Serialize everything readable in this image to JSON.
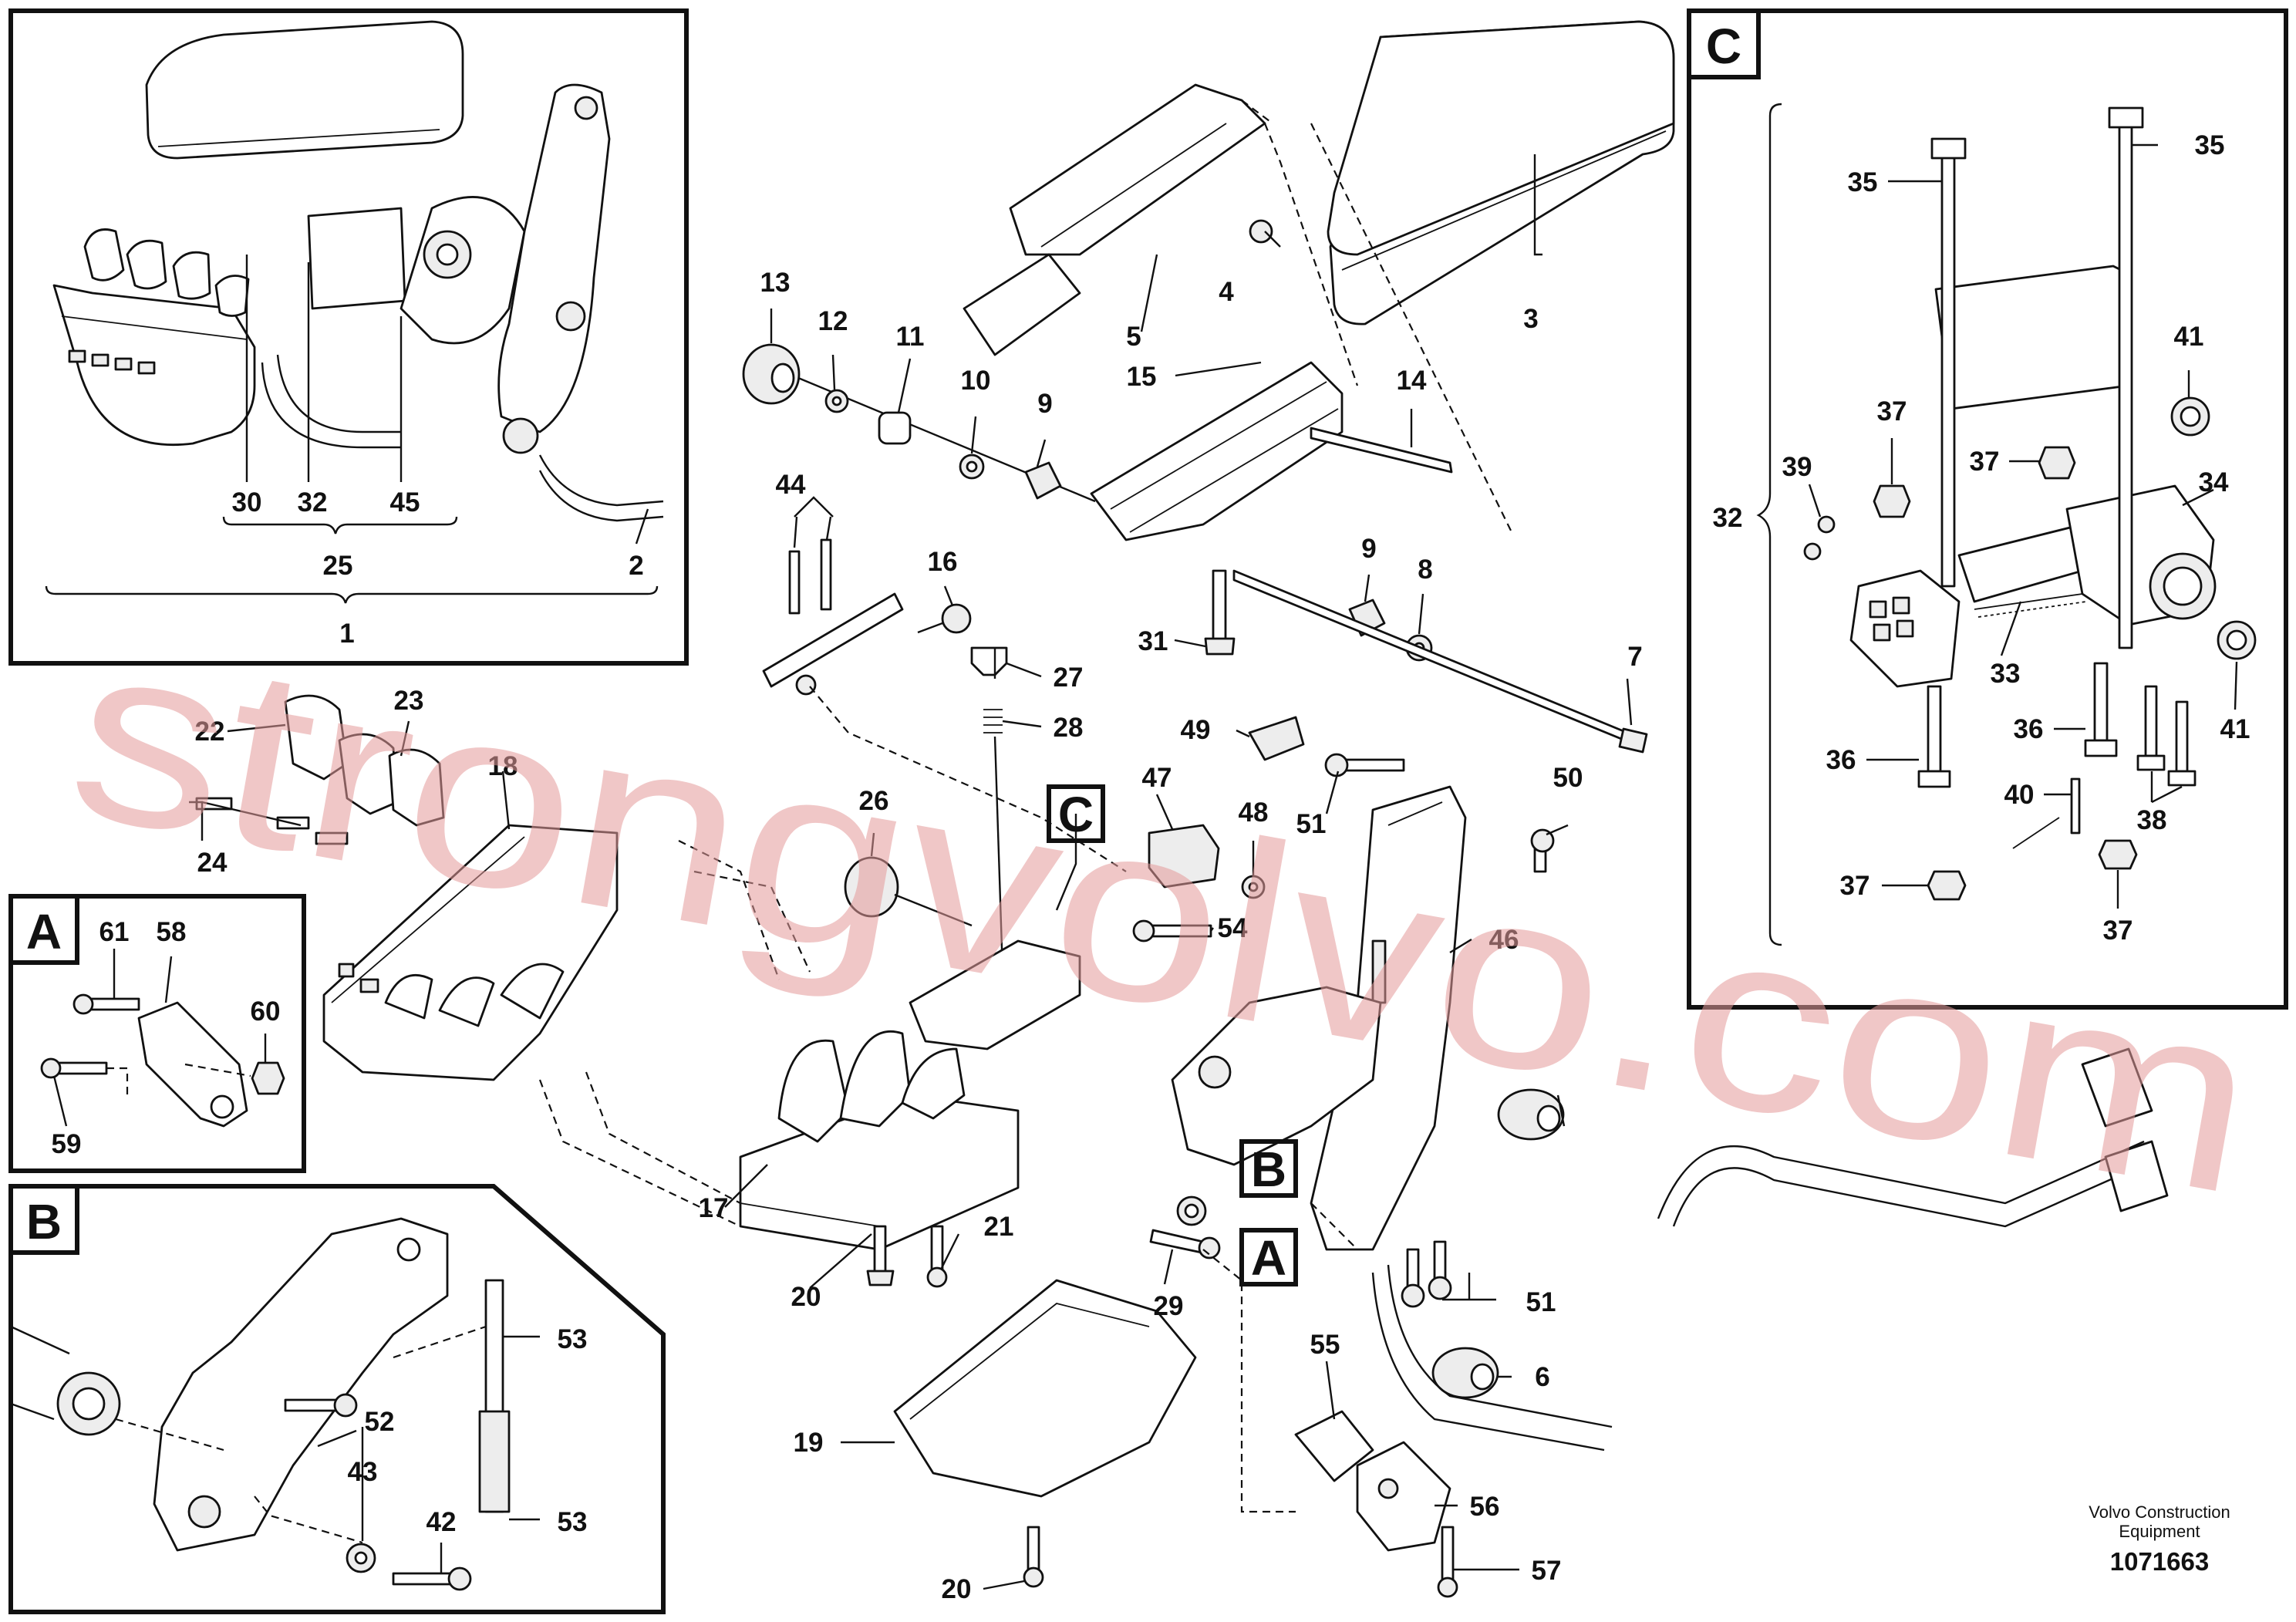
{
  "insets": {
    "a": "A",
    "b": "B",
    "c": "C"
  },
  "markers": {
    "c": "C",
    "b": "B",
    "a": "A"
  },
  "callouts": {
    "n1": "1",
    "n2": "2",
    "n3": "3",
    "n4": "4",
    "n5": "5",
    "n6a": "6",
    "n7": "7",
    "n8": "8",
    "n9a": "9",
    "n9b": "9",
    "n10": "10",
    "n11": "11",
    "n12": "12",
    "n13": "13",
    "n14": "14",
    "n15": "15",
    "n16": "16",
    "n17": "17",
    "n18": "18",
    "n19": "19",
    "n20a": "20",
    "n20b": "20",
    "n21": "21",
    "n22": "22",
    "n23": "23",
    "n24": "24",
    "n25": "25",
    "n26": "26",
    "n27": "27",
    "n28": "28",
    "n29": "29",
    "n30": "30",
    "n31": "31",
    "n32a": "32",
    "n32b": "32",
    "n33": "33",
    "n34": "34",
    "n35a": "35",
    "n35b": "35",
    "n36a": "36",
    "n36b": "36",
    "n37a": "37",
    "n37b": "37",
    "n37c": "37",
    "n37d": "37",
    "n38": "38",
    "n39": "39",
    "n40": "40",
    "n41a": "41",
    "n41b": "41",
    "n42": "42",
    "n43": "43",
    "n44": "44",
    "n45": "45",
    "n46": "46",
    "n47": "47",
    "n48": "48",
    "n49": "49",
    "n50": "50",
    "n51a": "51",
    "n51b": "51",
    "n52": "52",
    "n53a": "53",
    "n53b": "53",
    "n54": "54",
    "n55": "55",
    "n56": "56",
    "n57": "57",
    "n58": "58",
    "n59": "59",
    "n60": "60",
    "n61": "61"
  },
  "credit": {
    "line1": "Volvo Construction",
    "line2": "Equipment",
    "part_number": "1071663"
  },
  "watermark": "strongvolvo.com"
}
